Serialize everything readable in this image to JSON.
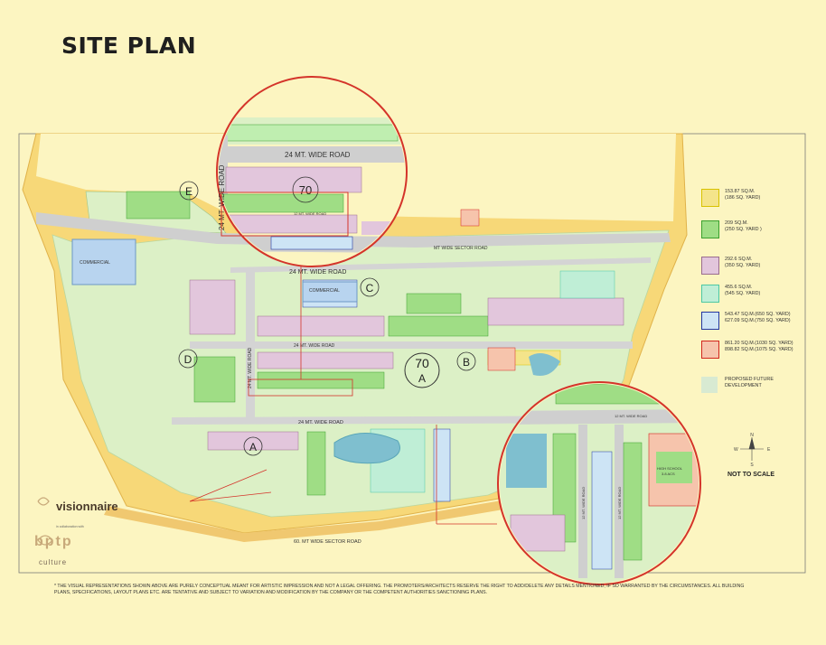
{
  "title": "SITE PLAN",
  "roads": {
    "sector_top": "24 MT. WIDE ROAD",
    "service_upper": "24 MT. WIDE ROAD",
    "sector_main": "MT WIDE SECTOR ROAD",
    "sector_main_small": "12 MT. WIDE SERVICE ROAD",
    "mid_24": "24 MT. WIDE ROAD",
    "mid2_24": "24 MT. WIDE ROAD",
    "lower_24": "24 MT. WIDE ROAD",
    "vertical_24": "24 MT. WIDE ROAD",
    "bottom_sector": "60. MT WIDE SECTOR ROAD",
    "zoom_top_24": "24 MT. WIDE ROAD",
    "zoom_vertical_24": "24 MT. WIDE ROAD",
    "zoom_12": "12 MT. WIDE ROAD",
    "zoom_service": "12 MT. WIDE SERVICE ROAD",
    "zoom2_12a": "12 MT. WIDE ROAD",
    "zoom2_12b": "12 MT. WIDE ROAD",
    "zoom2_12c": "12 MT. WIDE ROAD"
  },
  "labels": {
    "commercial1": "COMMERCIAL",
    "commercial2": "COMMERCIAL",
    "high_school": "HIGH SCHOOL",
    "high_school_area": "3.8 ACS",
    "sector": "70",
    "sector_sub": "A",
    "zoom_sector": "70"
  },
  "pockets": [
    "A",
    "B",
    "C",
    "D",
    "E"
  ],
  "legend": [
    {
      "text": "153.87 SQ.M.\n(186 SQ. YARD)",
      "color": "#f4e48a",
      "border": "#d8c200"
    },
    {
      "text": "209  SQ.M.\n(250 SQ. YARD )",
      "color": "#9fdd85",
      "border": "#3aa02e"
    },
    {
      "text": "292.6 SQ.M.\n(350 SQ. YARD)",
      "color": "#e2c6dc",
      "border": "#9a6d8e"
    },
    {
      "text": "455.6 SQ.M.\n(545 SQ. YARD)",
      "color": "#bfeed6",
      "border": "#4cc8a4"
    },
    {
      "text": "543.47 SQ.M.(650 SQ. YARD)\n627.09 SQ.M.(750 SQ. YARD)",
      "color": "#cde4f5",
      "border": "#2337a0"
    },
    {
      "text": "861.20 SQ.M.(1030 SQ. YARD)\n898.82 SQ.M.(1075 SQ. YARD)",
      "color": "#f6c4ac",
      "border": "#d2261e"
    },
    {
      "text": "PROPOSED FUTURE\nDEVELOPMENT",
      "color": "#d8ead2",
      "border": "#d8ead2"
    }
  ],
  "north_arrow": {
    "n": "N",
    "s": "S",
    "e": "E",
    "w": "W"
  },
  "scale_note": "NOT TO SCALE",
  "disclaimer": "* THE VISUAL REPRESENTATIONS SHOWN ABOVE ARE PURELY CONCEPTUAL MEANT FOR ARTISTIC IMPRESSION AND NOT A LEGAL OFFERING. THE PROMOTERS/ARCHITECTS RESERVE THE RIGHT TO ADD/DELETE ANY DETAILS MENTIONED, IF SO WARRANTED BY THE CIRCUMSTANCES. ALL BUILDING PLANS, SPECIFICATIONS, LAYOUT PLANS ETC. ARE TENTATIVE AND SUBJECT TO VARIATION AND MODIFICATION BY THE COMPANY OR THE COMPETENT AUTHORITIES SANCTIONING PLANS.",
  "brand": {
    "name": "visionnaire",
    "sub": "in collaboration with",
    "name2": "bptp",
    "name2_sub": "culture"
  },
  "colors": {
    "background": "#fcf5c1",
    "site": "#dcf0c6",
    "road": "#cfcfcf",
    "outer_road": "#f7d878",
    "callout": "#d4342a"
  }
}
